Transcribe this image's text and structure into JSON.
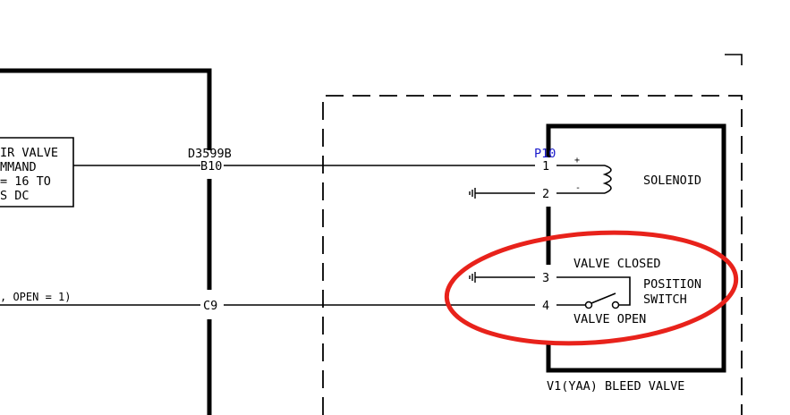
{
  "left_box": {
    "lines": [
      "IR VALVE",
      "MMAND",
      "= 16 TO",
      "S DC"
    ]
  },
  "connector_left": {
    "wire_id": "D3599B",
    "pin_b10": "B10",
    "pin_c9": "C9"
  },
  "signal_label": ", OPEN = 1)",
  "connector_right": {
    "name": "P10",
    "pins": [
      "1",
      "2",
      "3",
      "4"
    ]
  },
  "solenoid": {
    "label": "SOLENOID",
    "plus": "+",
    "minus": "-"
  },
  "position_switch": {
    "closed_label": "VALVE CLOSED",
    "open_label": "VALVE OPEN",
    "name_line1": "POSITION",
    "name_line2": "SWITCH"
  },
  "component_label": "V1(YAA) BLEED VALVE",
  "colors": {
    "connector_name": "#1a1acc",
    "highlight_ellipse": "#e8221b"
  }
}
